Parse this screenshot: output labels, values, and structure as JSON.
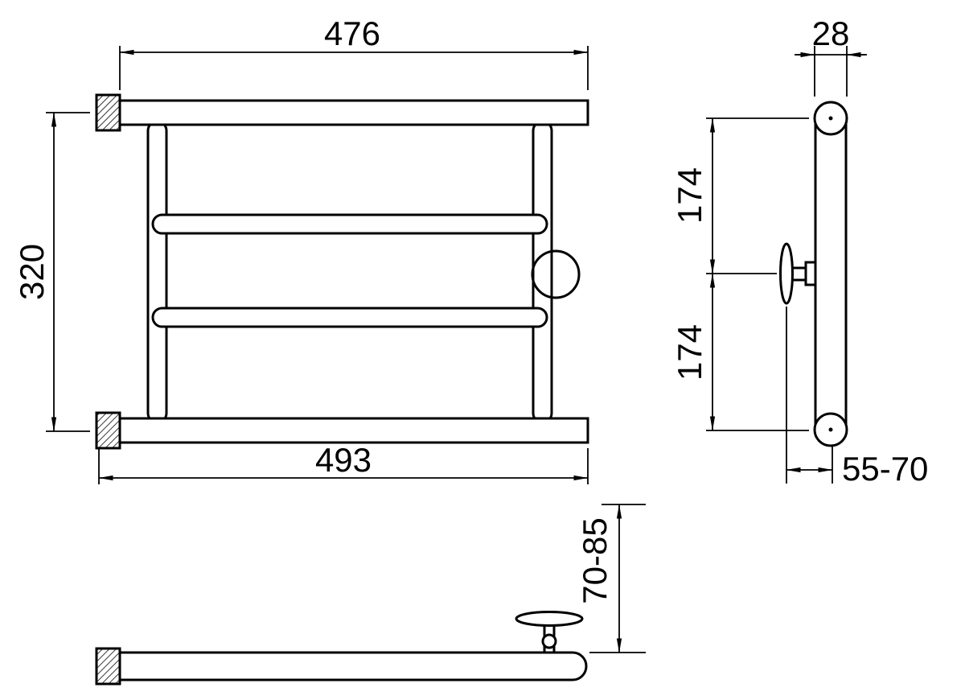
{
  "drawing": {
    "front_view": {
      "top_width": "476",
      "height": "320",
      "bottom_width": "493"
    },
    "side_view": {
      "tube_width": "28",
      "upper_spacing": "174",
      "lower_spacing": "174",
      "wall_distance": "55-70"
    },
    "plan_view": {
      "bracket_reach": "70-85"
    },
    "colors": {
      "line": "#000000",
      "background": "#ffffff"
    }
  }
}
